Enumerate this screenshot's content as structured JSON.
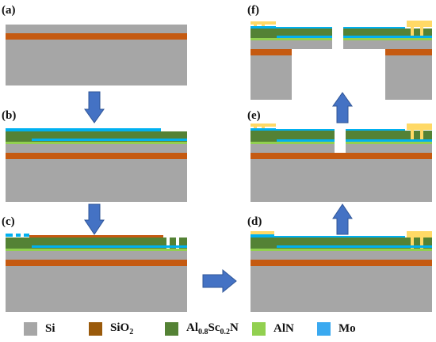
{
  "panels": {
    "a": "(a)",
    "b": "(b)",
    "c": "(c)",
    "d": "(d)",
    "e": "(e)",
    "f": "(f)"
  },
  "legend": {
    "si": "Si",
    "sio2": "SiO",
    "sio2_sub": "2",
    "alscn_al": "Al",
    "alscn_sub1": "0.8",
    "alscn_sc": "Sc",
    "alscn_sub2": "0.2",
    "alscn_n": "N",
    "aln": "AlN",
    "mo": "Mo"
  },
  "colors": {
    "si": "#a6a6a6",
    "sio2": "#c55a11",
    "alscn": "#548235",
    "aln": "#92d050",
    "mo": "#00b0f0",
    "pad": "#ffd966",
    "arrow": "#4472c4",
    "arrow_edge": "#2f5597"
  },
  "icons": [
    "arrow-down-icon",
    "arrow-up-icon",
    "arrow-right-icon"
  ]
}
